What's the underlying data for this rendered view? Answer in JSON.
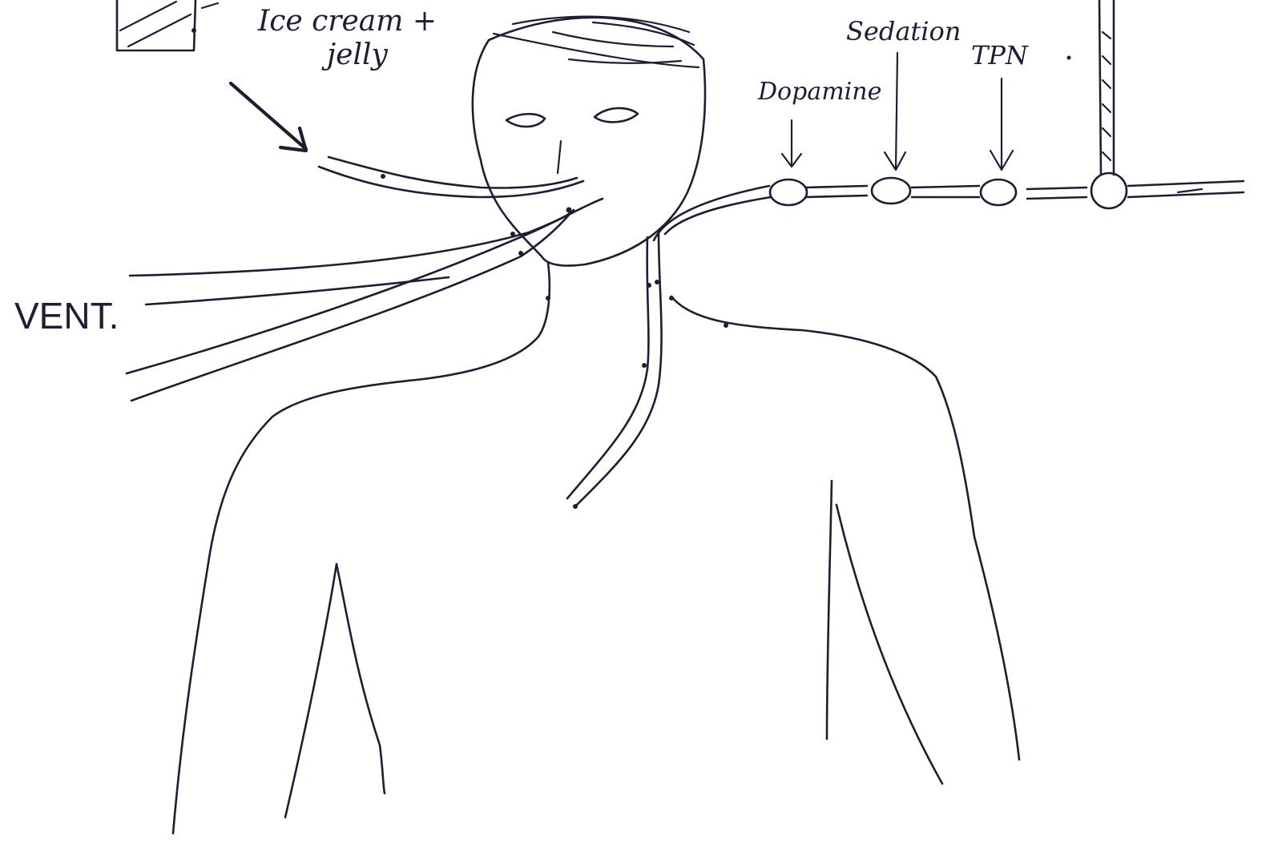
{
  "labels": {
    "food": "Ice cream + jelly",
    "food_line1": "Ice cream +",
    "food_line2": "jelly",
    "vent": "VENT.",
    "dopamine": "Dopamine",
    "sedation": "Sedation",
    "tpn": "TPN"
  },
  "colors": {
    "ink": "#1f1d33",
    "paper": "#ffffff"
  }
}
